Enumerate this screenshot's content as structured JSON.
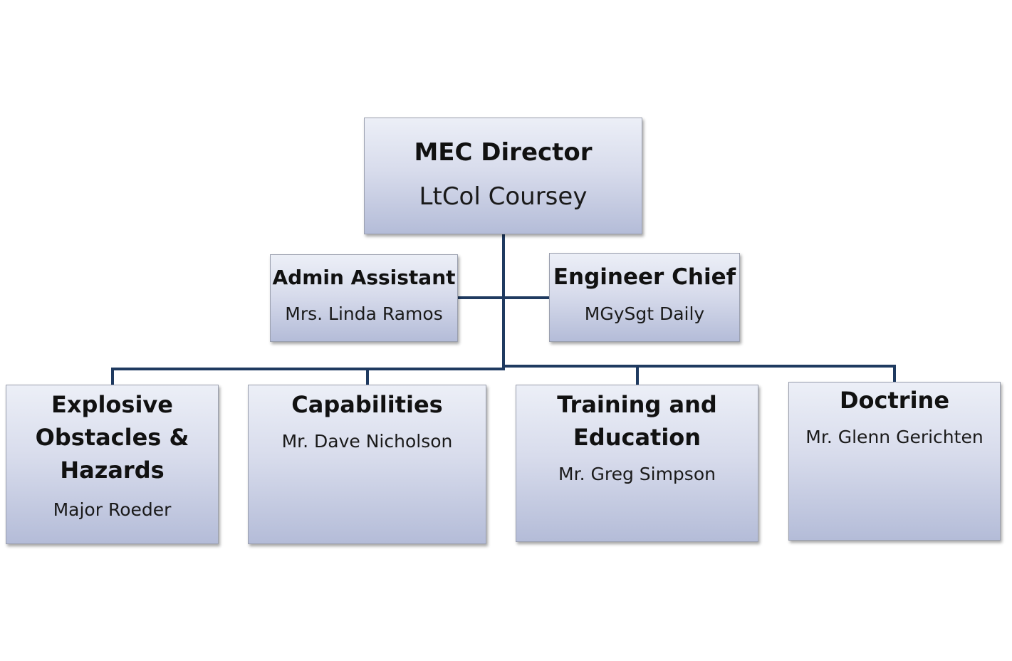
{
  "line_color": "#1f3a60",
  "box_gradient": [
    "#eceff7",
    "#b4bcd8"
  ],
  "nodes": {
    "director": {
      "role": "MEC Director",
      "person": "LtCol Coursey"
    },
    "admin": {
      "role": "Admin Assistant",
      "person": "Mrs. Linda Ramos"
    },
    "engineer": {
      "role": "Engineer Chief",
      "person": "MGySgt Daily"
    },
    "eoh": {
      "role": "Explosive Obstacles & Hazards",
      "person": "Major Roeder"
    },
    "capabilities": {
      "role": "Capabilities",
      "person": "Mr. Dave Nicholson"
    },
    "training": {
      "role": "Training and Education",
      "person": "Mr. Greg Simpson"
    },
    "doctrine": {
      "role": "Doctrine",
      "person": "Mr. Glenn Gerichten"
    }
  },
  "edges": [
    {
      "from": "director",
      "to": "admin"
    },
    {
      "from": "director",
      "to": "engineer"
    },
    {
      "from": "director",
      "to": "eoh"
    },
    {
      "from": "director",
      "to": "capabilities"
    },
    {
      "from": "director",
      "to": "training"
    },
    {
      "from": "director",
      "to": "doctrine"
    }
  ]
}
